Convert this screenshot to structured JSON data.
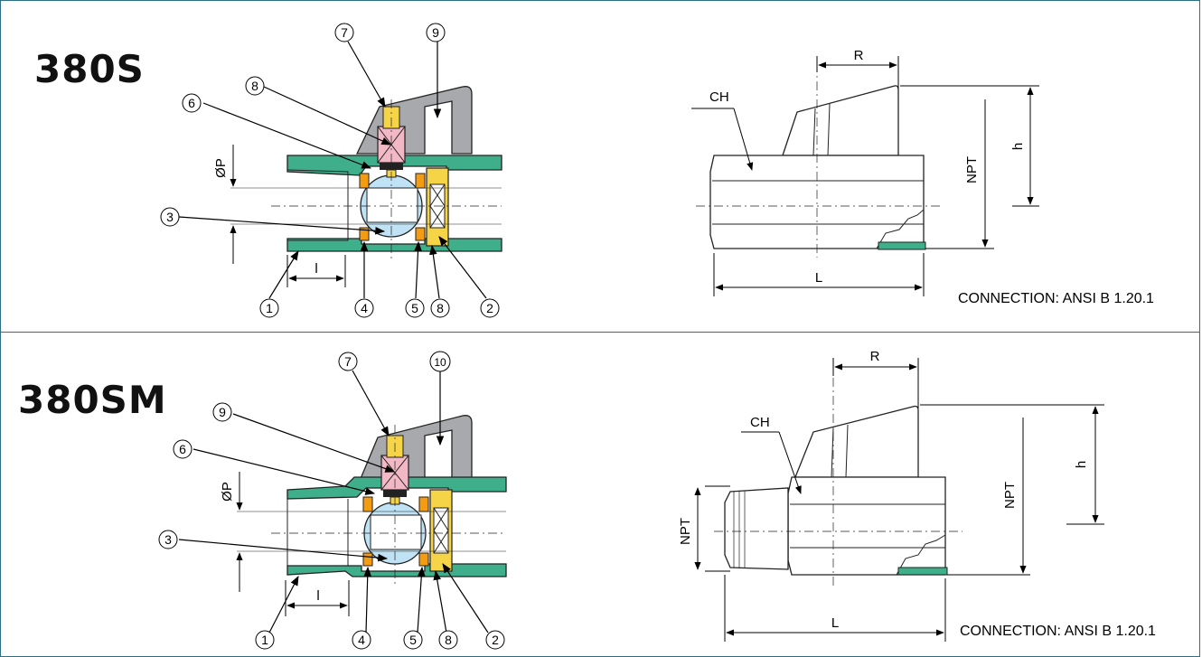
{
  "panels": [
    {
      "model": "380S",
      "callouts": [
        "1",
        "2",
        "3",
        "4",
        "5",
        "6",
        "7",
        "8",
        "8",
        "9"
      ],
      "left_dims": {
        "bore": "ØP",
        "length": "l"
      },
      "side_dims": {
        "hex": "CH",
        "lever": "R",
        "height": "h",
        "thread": "NPT",
        "length": "L"
      },
      "connection": "CONNECTION: ANSI B 1.20.1"
    },
    {
      "model": "380SM",
      "callouts": [
        "1",
        "2",
        "3",
        "4",
        "5",
        "6",
        "7",
        "8",
        "9",
        "10"
      ],
      "left_dims": {
        "bore": "ØP",
        "length": "l"
      },
      "side_dims": {
        "hex": "CH",
        "lever": "R",
        "height": "h",
        "thread": "NPT",
        "thread2": "NPT",
        "length": "L"
      },
      "connection": "CONNECTION: ANSI B 1.20.1"
    }
  ],
  "colors": {
    "body": "#3fae8a",
    "seat": "#f39c12",
    "stem": "#f5d447",
    "packing": "#f2b8c6",
    "ball": "#bfe3f5",
    "handle": "#a7a9ac",
    "border": "#2d6f86"
  }
}
